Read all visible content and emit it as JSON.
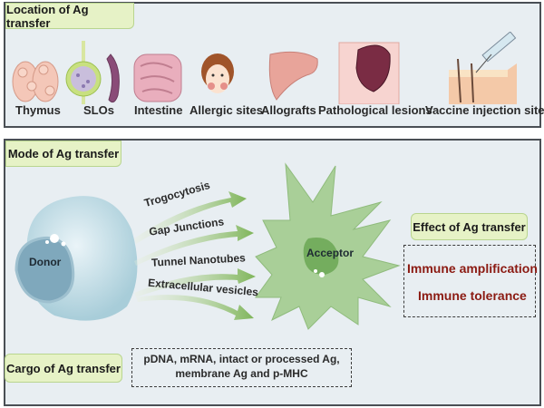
{
  "location": {
    "title": "Location of Ag transfer",
    "sites": [
      {
        "label": "Thymus",
        "icon": "thymus-icon"
      },
      {
        "label": "SLOs",
        "icon": "lymph-node-spleen-icon"
      },
      {
        "label": "Intestine",
        "icon": "intestine-icon"
      },
      {
        "label": "Allergic sites",
        "icon": "allergic-face-icon"
      },
      {
        "label": "Allografts",
        "icon": "liver-icon"
      },
      {
        "label": "Pathological lesions",
        "icon": "tumor-lesion-icon"
      },
      {
        "label": "Vaccine injection sites",
        "icon": "skin-syringe-icon"
      }
    ]
  },
  "mode": {
    "title": "Mode of Ag transfer",
    "donor_label": "Donor",
    "acceptor_label": "Acceptor",
    "routes": [
      "Trogocytosis",
      "Gap Junctions",
      "Tunnel Nanotubes",
      "Extracellular vesicles"
    ]
  },
  "effect": {
    "title": "Effect of Ag transfer",
    "items": [
      "Immune amplification",
      "Immune tolerance"
    ]
  },
  "cargo": {
    "title": "Cargo of Ag transfer",
    "line1": "pDNA, mRNA, intact or processed Ag,",
    "line2": "membrane Ag and p-MHC"
  },
  "colors": {
    "panel_bg": "#e8eef2",
    "tag_bg": "#e6f2c6",
    "arrow_green": "#7fb55a",
    "effect_text": "#8b1a12"
  }
}
